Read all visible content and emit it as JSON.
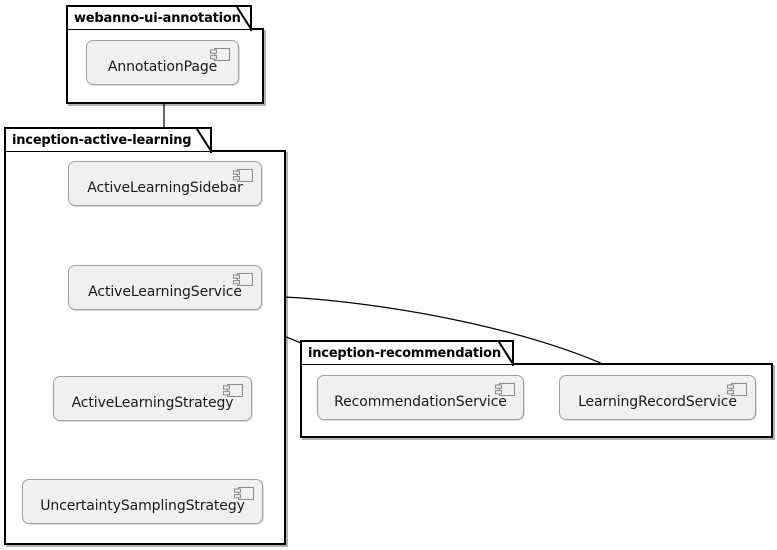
{
  "diagram": {
    "type": "uml-component-diagram",
    "background_color": "#ffffff",
    "package_border_color": "#000000",
    "component_fill_color": "#f0f0f0",
    "component_border_color": "#a0a0a0",
    "edge_color": "#000000"
  },
  "packages": [
    {
      "id": "webanno-ui-annotation",
      "label": "webanno-ui-annotation",
      "components": [
        {
          "id": "annotation-page",
          "label": "AnnotationPage",
          "icon": "component-icon"
        }
      ]
    },
    {
      "id": "inception-active-learning",
      "label": "inception-active-learning",
      "components": [
        {
          "id": "active-learning-sidebar",
          "label": "ActiveLearningSidebar",
          "icon": "component-icon"
        },
        {
          "id": "active-learning-service",
          "label": "ActiveLearningService",
          "icon": "component-icon"
        },
        {
          "id": "active-learning-strategy",
          "label": "ActiveLearningStrategy",
          "icon": "component-icon"
        },
        {
          "id": "uncertainty-sampling-strategy",
          "label": "UncertaintySamplingStrategy",
          "icon": "component-icon"
        }
      ]
    },
    {
      "id": "inception-recommendation",
      "label": "inception-recommendation",
      "components": [
        {
          "id": "recommendation-service",
          "label": "RecommendationService",
          "icon": "component-icon"
        },
        {
          "id": "learning-record-service",
          "label": "LearningRecordService",
          "icon": "component-icon"
        }
      ]
    }
  ],
  "edges": [
    {
      "id": "annotation-page--active-learning-sidebar",
      "from": "AnnotationPage",
      "to": "ActiveLearningSidebar",
      "kind": "association"
    },
    {
      "id": "active-learning-sidebar--active-learning-service",
      "from": "ActiveLearningSidebar",
      "to": "ActiveLearningService",
      "kind": "association"
    },
    {
      "id": "active-learning-service--active-learning-strategy",
      "from": "ActiveLearningService",
      "to": "ActiveLearningStrategy",
      "kind": "association"
    },
    {
      "id": "active-learning-service--recommendation-service",
      "from": "ActiveLearningService",
      "to": "RecommendationService",
      "kind": "association"
    },
    {
      "id": "active-learning-service--learning-record-service",
      "from": "ActiveLearningService",
      "to": "LearningRecordService",
      "kind": "association"
    },
    {
      "id": "uncertainty-sampling-strategy--active-learning-strategy",
      "from": "UncertaintySamplingStrategy",
      "to": "ActiveLearningStrategy",
      "kind": "generalization"
    }
  ]
}
